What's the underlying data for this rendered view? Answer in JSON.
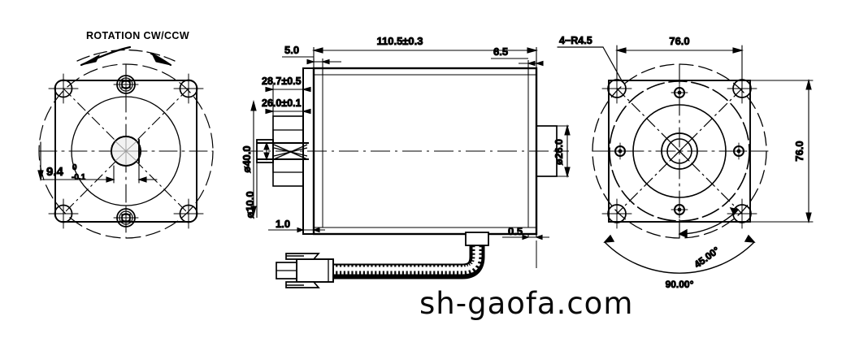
{
  "document": {
    "type": "engineering-drawing",
    "subject": "geared-motor-outline-dimensions",
    "views": [
      "front-flange-view",
      "side-section-view",
      "rear-view"
    ],
    "watermark": "sh-gaofa.com"
  },
  "front_view": {
    "name": "front-flange-view",
    "rotation_note": "ROTATION  CW/CCW",
    "shaft_dim": {
      "nominal": "9.4",
      "upper_tolerance": "0",
      "lower_tolerance": "-0.1",
      "plain": "9.4 0/-0.1"
    }
  },
  "side_view": {
    "name": "side-section-view",
    "overall_length": "110.5±0.3",
    "front_step": "5.0",
    "rear_step": "6.5",
    "pilot_outer": "28.7±0.5",
    "pilot_inner": "26.0±0.1",
    "flange_dia": "ø40.0",
    "shaft_dia": "ø10.0",
    "boss_dia": "ø26.0",
    "front_lip": "1.0",
    "rear_lip": "0.5"
  },
  "rear_view": {
    "name": "rear-view",
    "corner_radius_note": "4−R4.5",
    "width": "76.0",
    "height": "76.0",
    "angle_half": "45.00°",
    "angle_full": "90.00°"
  },
  "cable": {
    "name": "wire-harness-with-connector",
    "label": ""
  },
  "colors": {
    "line": "#000000",
    "thin": "#1a1a1a",
    "background": "#ffffff",
    "watermark": "#0a0a0a"
  }
}
